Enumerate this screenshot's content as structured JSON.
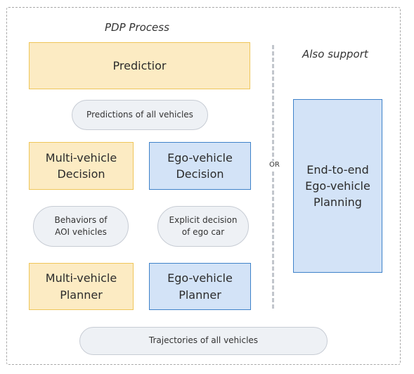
{
  "diagram": {
    "left_title": "PDP Process",
    "right_title": "Also support",
    "or_label": "OR",
    "prediction": "Predictior",
    "predictions_note": "Predictions of all vehicles",
    "multi_decision": "Multi-vehicle\nDecision",
    "ego_decision": "Ego-vehicle\nDecision",
    "behaviors_note": "Behaviors of\nAOI vehicles",
    "explicit_note": "Explicit decision\nof ego car",
    "multi_planner": "Multi-vehicle\nPlanner",
    "ego_planner": "Ego-vehicle\nPlanner",
    "trajectories_note": "Trajectories of all vehicles",
    "end_to_end": "End-to-end\nEgo-vehicle\nPlanning"
  },
  "colors": {
    "yellow_fill": "#fcebc3",
    "yellow_border": "#efc65a",
    "blue_fill": "#d3e3f7",
    "blue_border": "#3f82c9",
    "pill_fill": "#eef1f5",
    "pill_border": "#c7ccd4"
  }
}
